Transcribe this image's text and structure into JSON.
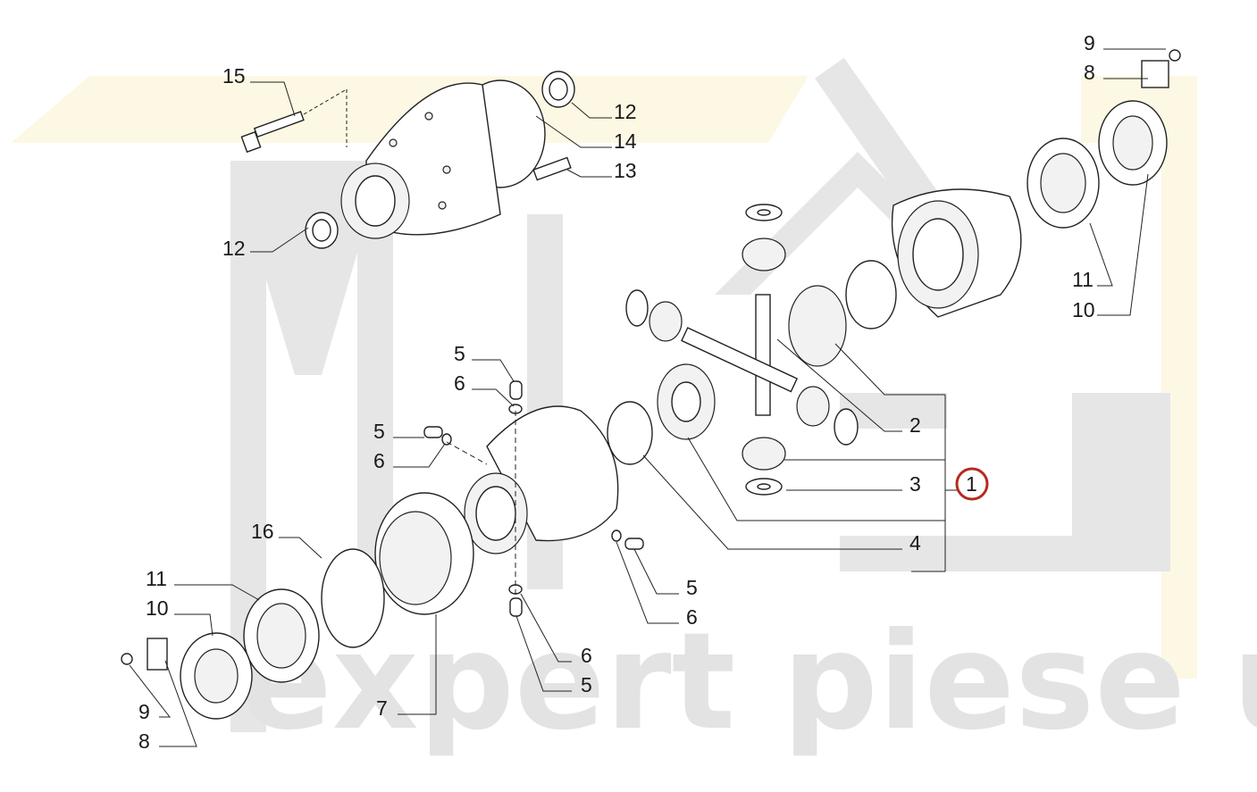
{
  "diagram": {
    "watermark": "expert piese utilaje",
    "accent_color": "#b52a1f",
    "band_color": "#fdf8e3",
    "labels": [
      "15",
      "12",
      "14",
      "13",
      "12",
      "9",
      "8",
      "11",
      "10",
      "5",
      "6",
      "5",
      "6",
      "2",
      "3",
      "1",
      "4",
      "16",
      "11",
      "10",
      "5",
      "6",
      "6",
      "5",
      "7",
      "9",
      "8"
    ]
  }
}
